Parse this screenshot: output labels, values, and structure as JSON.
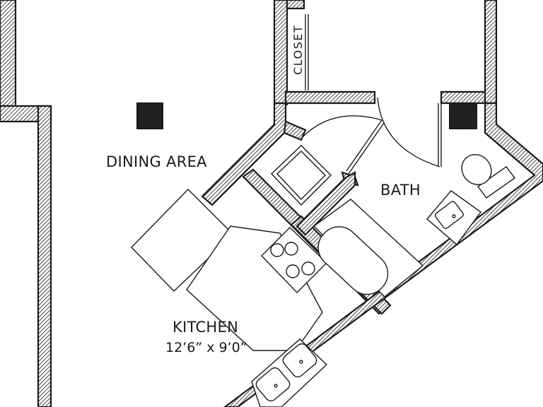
{
  "rooms": {
    "dining_label": "DINING AREA",
    "kitchen_label": "KITCHEN",
    "kitchen_dimensions": "12’6” x 9’0”",
    "bath_label": "BATH",
    "closet_label": "CLOSET"
  }
}
